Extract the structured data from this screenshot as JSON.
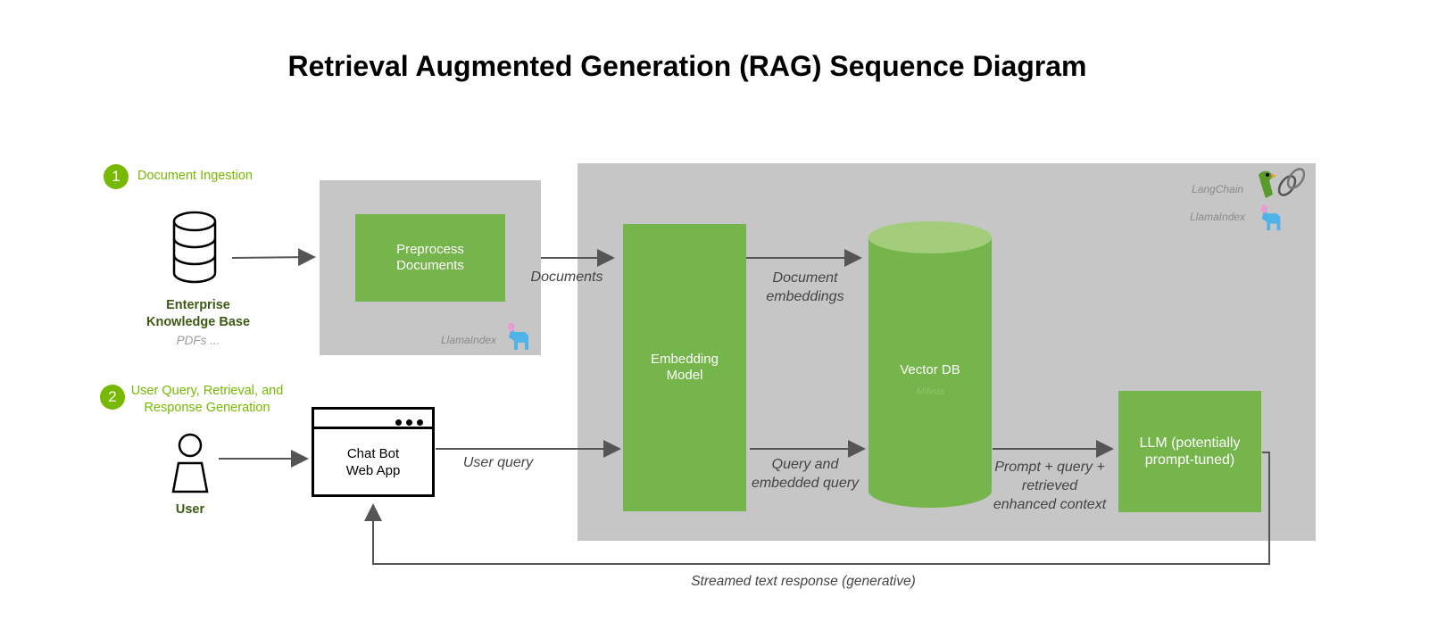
{
  "title": "Retrieval Augmented Generation (RAG) Sequence Diagram",
  "steps": [
    {
      "number": "1",
      "label": "Document Ingestion"
    },
    {
      "number": "2",
      "label": "User Query, Retrieval, and Response Generation"
    }
  ],
  "knowledge_base": {
    "label": "Enterprise Knowledge Base",
    "sublabel": "PDFs ..."
  },
  "user": {
    "label": "User"
  },
  "preprocess": {
    "label": "Preprocess Documents",
    "brand": "LlamaIndex"
  },
  "chatbot": {
    "label": "Chat Bot Web App"
  },
  "embedding_model": {
    "label": "Embedding Model"
  },
  "vector_db": {
    "label": "Vector DB",
    "sublabel": "Milvus"
  },
  "llm": {
    "label": "LLM (potentially prompt-tuned)"
  },
  "brands": {
    "langchain": "LangChain",
    "llamaindex": "LlamaIndex"
  },
  "edges": {
    "documents": "Documents",
    "document_embeddings": "Document embeddings",
    "user_query": "User query",
    "query_embedded": "Query and embedded query",
    "prompt_context": "Prompt + query + retrieved enhanced context",
    "streamed_response": "Streamed text response (generative)"
  },
  "colors": {
    "green": "#75b54c",
    "accent": "#76b900",
    "panel": "#c6c6c6",
    "dark_green": "#3c5a14"
  }
}
